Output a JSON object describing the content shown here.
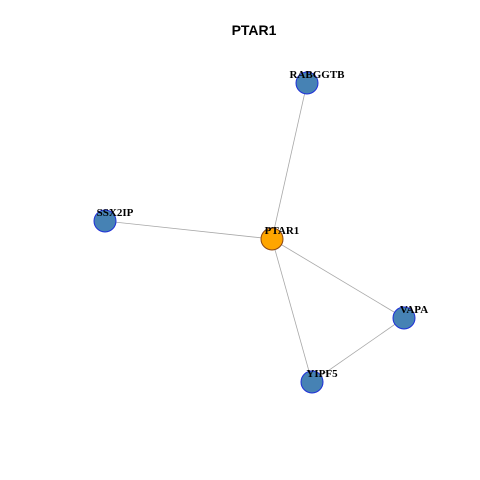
{
  "graph": {
    "title": "PTAR1",
    "colors": {
      "hub_fill": "#FFA500",
      "hub_stroke": "#8B4513",
      "node_fill": "#4682B4",
      "node_stroke": "#1E2FD8",
      "edge": "#A8A8A8"
    },
    "nodes": [
      {
        "id": "PTAR1",
        "label": "PTAR1",
        "hub": true
      },
      {
        "id": "RABGGTB",
        "label": "RABGGTB",
        "hub": false
      },
      {
        "id": "SSX2IP",
        "label": "SSX2IP",
        "hub": false
      },
      {
        "id": "VAPA",
        "label": "VAPA",
        "hub": false
      },
      {
        "id": "YIPF5",
        "label": "YIPF5",
        "hub": false
      }
    ],
    "edges": [
      {
        "source": "PTAR1",
        "target": "RABGGTB"
      },
      {
        "source": "PTAR1",
        "target": "SSX2IP"
      },
      {
        "source": "PTAR1",
        "target": "VAPA"
      },
      {
        "source": "PTAR1",
        "target": "YIPF5"
      },
      {
        "source": "VAPA",
        "target": "YIPF5"
      }
    ]
  }
}
